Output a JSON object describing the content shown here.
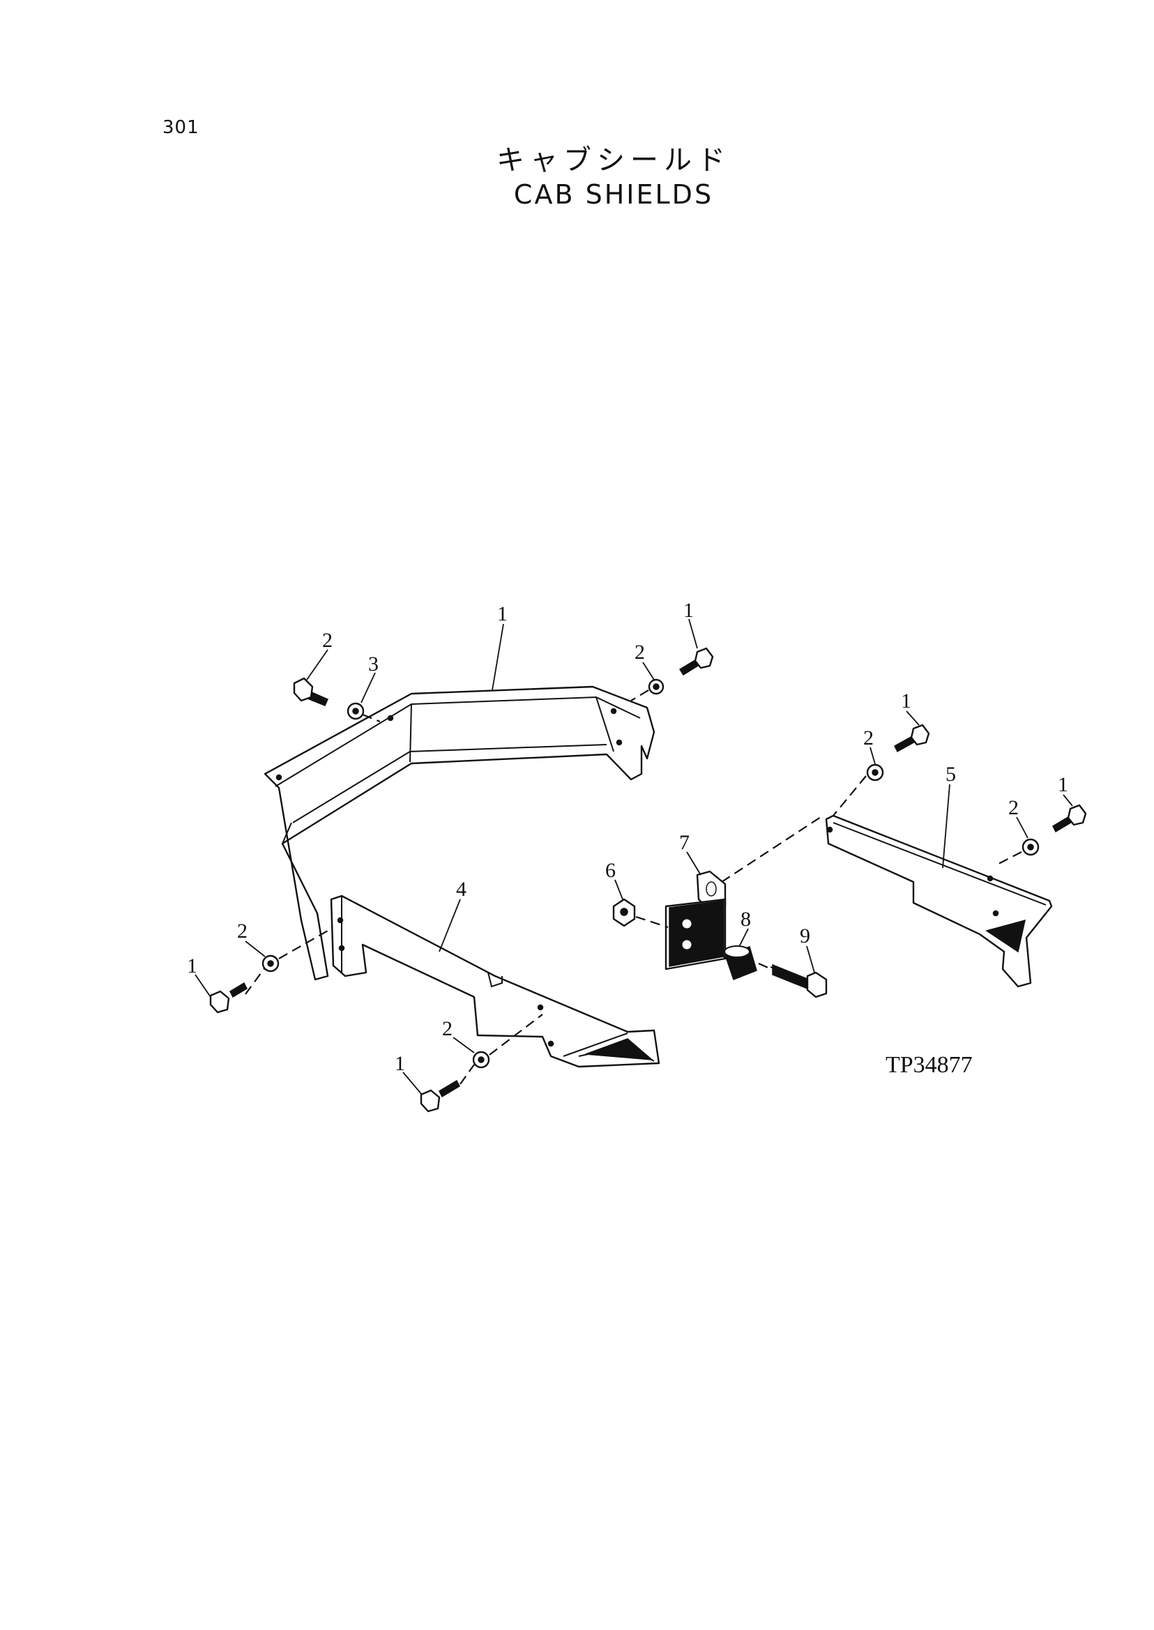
{
  "page": {
    "number": "301"
  },
  "title": {
    "japanese": "キャブシールド",
    "english": "CAB SHIELDS"
  },
  "figure": {
    "reference_code": "TP34877",
    "callouts": [
      "1",
      "2",
      "3",
      "1",
      "2",
      "1",
      "2",
      "5",
      "1",
      "2",
      "7",
      "6",
      "8",
      "9",
      "4",
      "2",
      "1",
      "2",
      "1"
    ]
  }
}
